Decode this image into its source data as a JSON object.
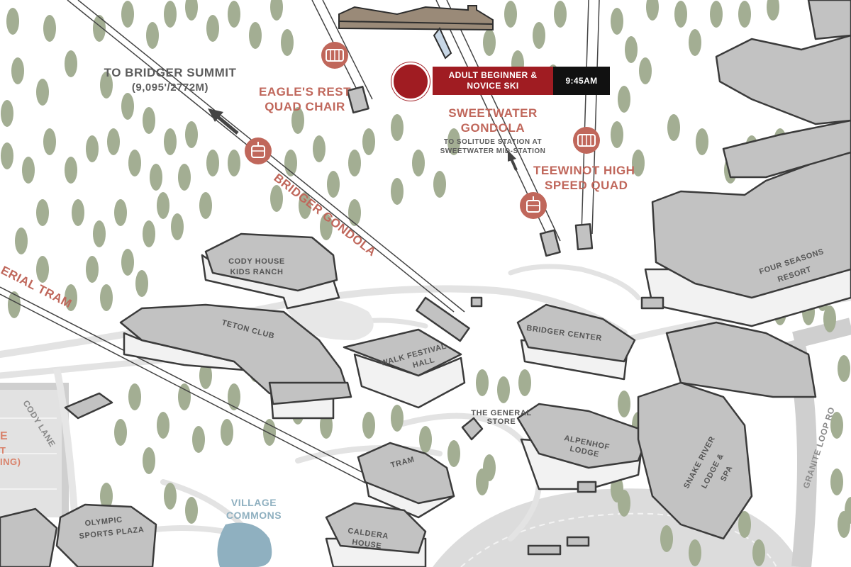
{
  "summit": {
    "line1": "TO BRIDGER SUMMIT",
    "line2": "(9,095'/2772M)"
  },
  "lifts": {
    "eagles_rest": {
      "line1": "EAGLE'S REST",
      "line2": "QUAD CHAIR"
    },
    "sweetwater": {
      "line1": "SWEETWATER",
      "line2": "GONDOLA",
      "sub1": "TO SOLITUDE STATION AT",
      "sub2": "SWEETWATER MID-STATION"
    },
    "teewinot": {
      "line1": "TEEWINOT HIGH",
      "line2": "SPEED QUAD"
    },
    "bridger_gondola": "BRIDGER GONDOLA",
    "aerial_tram": "ERIAL TRAM"
  },
  "event": {
    "title_line1": "ADULT BEGINNER &",
    "title_line2": "NOVICE SKI",
    "time": "9:45AM"
  },
  "buildings": {
    "cody_house": {
      "line1": "CODY HOUSE",
      "line2": "KIDS RANCH"
    },
    "teton_club": "TETON CLUB",
    "walk_festival": {
      "line1": "WALK FESTIVAL",
      "line2": "HALL"
    },
    "bridger_center": "BRIDGER CENTER",
    "four_seasons": {
      "line1": "FOUR SEASONS",
      "line2": "RESORT"
    },
    "general_store": {
      "line1": "THE GENERAL",
      "line2": "STORE"
    },
    "alpenhof": {
      "line1": "ALPENHOF",
      "line2": "LODGE"
    },
    "snake_river": {
      "line1": "SNAKE RIVER",
      "line2": "LODGE &",
      "line3": "SPA"
    },
    "tram": "TRAM",
    "caldera": {
      "line1": "CALDERA",
      "line2": "HOUSE"
    },
    "olympic": {
      "line1": "OLYMPIC",
      "line2": "SPORTS PLAZA"
    }
  },
  "areas": {
    "village_commons": {
      "line1": "VILLAGE",
      "line2": "COMMONS"
    }
  },
  "roads": {
    "cody_lane": "CODY LANE",
    "granite_loop": "GRANITE LOOP RO"
  },
  "parking_fragment": {
    "a": "E",
    "b": "T",
    "c": "ING)"
  },
  "colors": {
    "lift_label": "#c0675b",
    "event_red": "#a01c22",
    "tree": "#a3ae93",
    "building": "#c2c2c2",
    "water": "#8fb0c0"
  }
}
